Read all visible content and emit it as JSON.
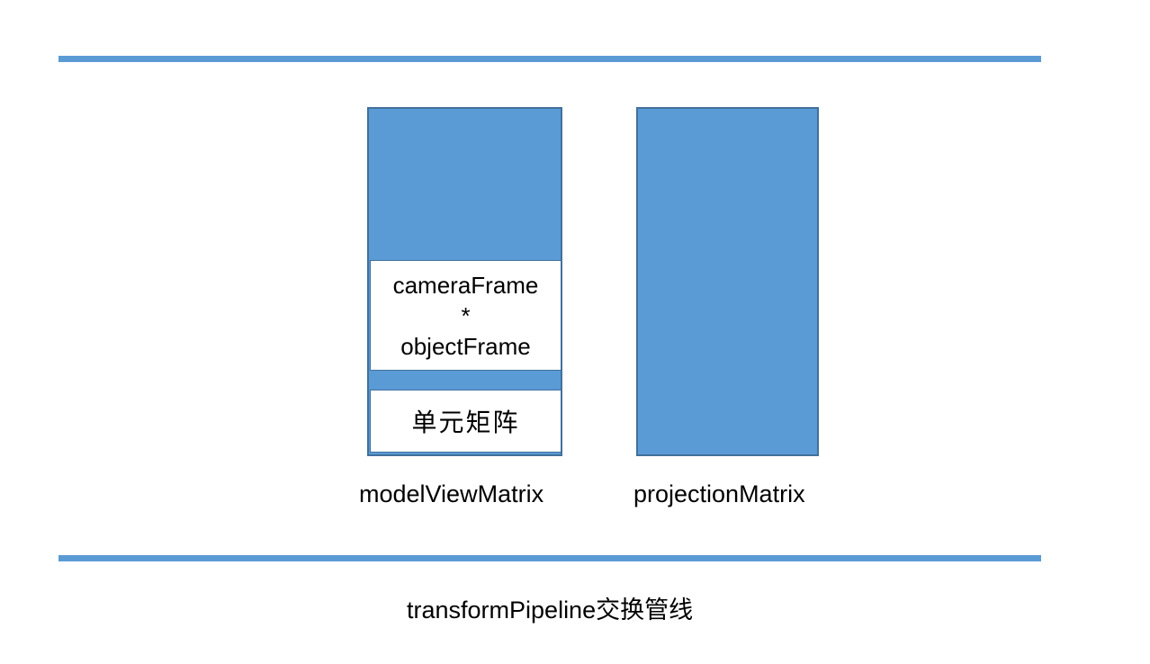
{
  "colors": {
    "fill": "#5B9BD5",
    "border": "#41719C",
    "text": "#000000",
    "bg": "#FFFFFF"
  },
  "diagram": {
    "left_stack": {
      "label": "modelViewMatrix",
      "product_box": {
        "line1": "cameraFrame",
        "operator": "*",
        "line2": "objectFrame"
      },
      "identity_box": {
        "text": "单元矩阵"
      }
    },
    "right_stack": {
      "label": "projectionMatrix"
    },
    "caption": "transformPipeline交换管线"
  }
}
